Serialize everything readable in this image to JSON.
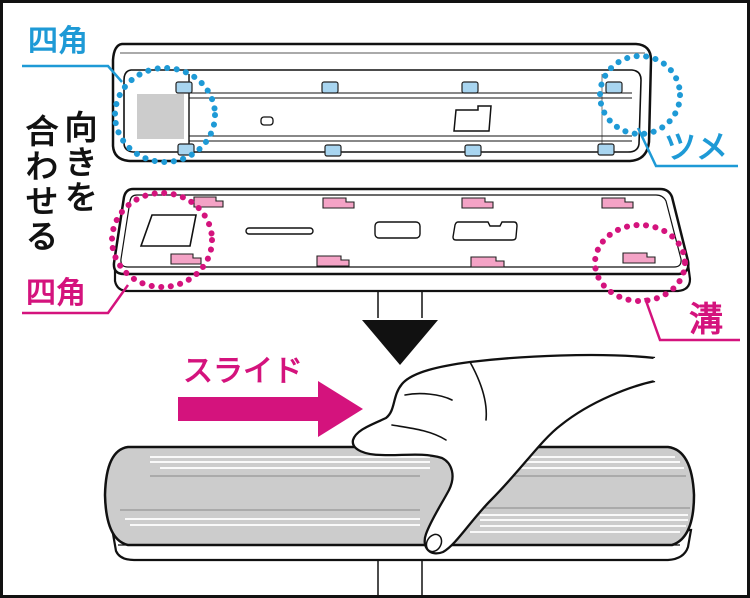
{
  "labels": {
    "top_corner": "四角",
    "orientation_col1": "向きを",
    "orientation_col2": "合わせる",
    "tab": "ツメ",
    "bottom_corner": "四角",
    "groove": "溝",
    "slide": "スライド"
  },
  "colors": {
    "blue_accent": "#1e9ad6",
    "magenta_accent": "#d4137d",
    "tab_blue": "#a8d5f0",
    "tab_pink": "#f4a3c6",
    "case_grey": "#cccccc"
  }
}
